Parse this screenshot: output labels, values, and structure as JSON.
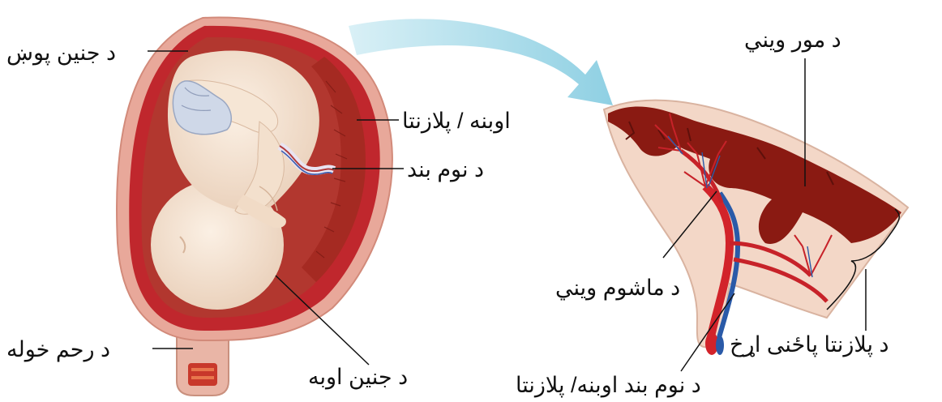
{
  "labels": {
    "fetal_membrane": "د جنين پوښ",
    "placenta_top": "اوبنه / پلازنتا",
    "umbilical_cord": "د نوم بند",
    "mother_veins": "د مور ويني",
    "baby_veins": "د ماشوم ويني",
    "cervix": "د رحم خوله",
    "amniotic_fluid": "د جنين اوبه",
    "placenta_maternal_side": "د پلازنتا پاځنی اړخ",
    "cord_placenta": "د نوم بند اوبنه/ پلازنتا"
  },
  "colors": {
    "uterus_wall": "#c0272d",
    "uterus_outer": "#e8a89a",
    "amniotic_sac": "#b2372f",
    "fetus_skin": "#f4e3d2",
    "arrow": "#a9dbe8",
    "maternal_blood": "#8a1a12",
    "fetal_artery": "#d2232a",
    "fetal_vein": "#2a5aa8"
  }
}
